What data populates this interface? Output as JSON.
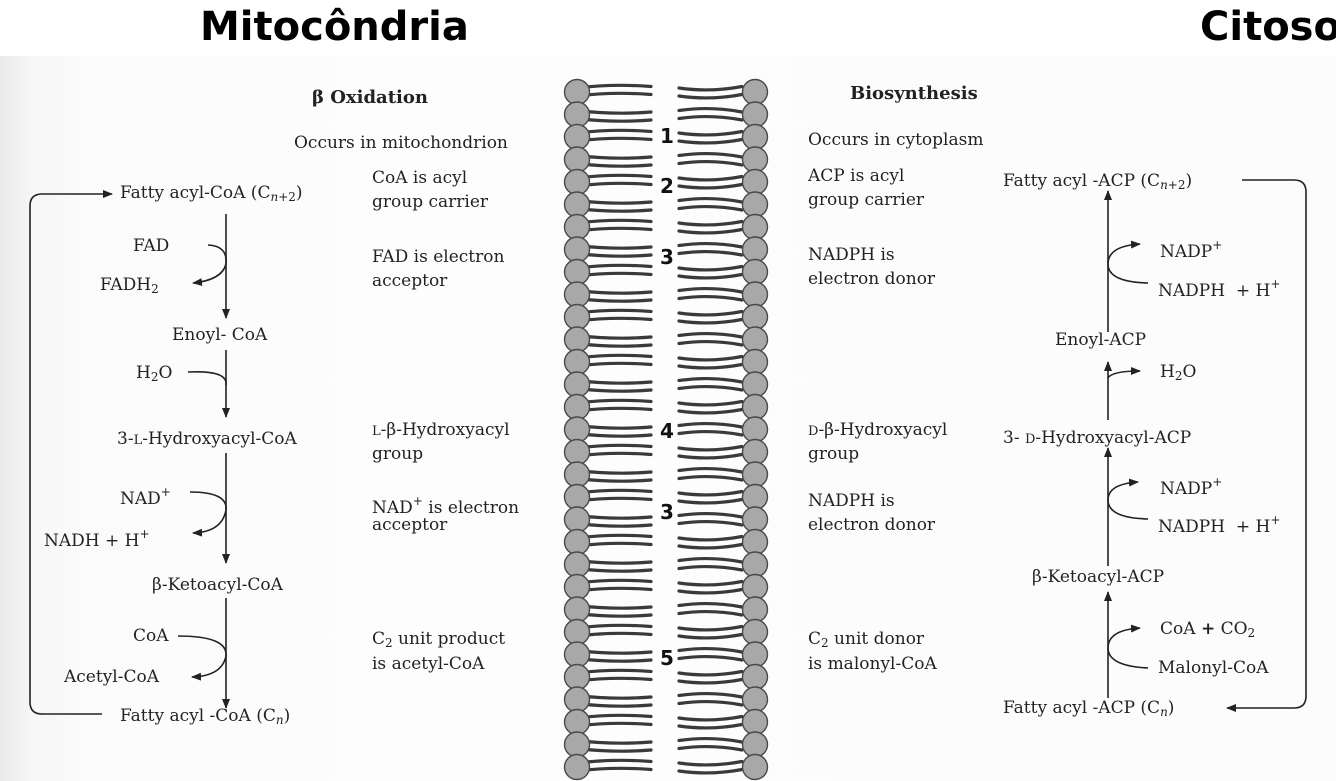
{
  "headings": {
    "mitochondria": "Mitocôndria",
    "cytosol": "Citosol"
  },
  "left_column": {
    "title": "β Oxidation",
    "fatty_acyl_coa_top": "Fatty acyl-CoA (Cn+2)",
    "fad": "FAD",
    "fadh2": "FADH2",
    "enoyl_coa": "Enoyl- CoA",
    "h2o": "H2O",
    "hydroxyacyl_coa": "3-L-Hydroxyacyl-CoA",
    "nad": "NAD+",
    "nadh": "NADH + H+",
    "ketoacyl_coa": "β-Ketoacyl-CoA",
    "coa": "CoA",
    "acetyl_coa": "Acetyl-CoA",
    "fatty_acyl_coa_bottom": "Fatty acyl -CoA (Cn)"
  },
  "left_features": {
    "f1": "Occurs in mitochondrion",
    "f2a": "CoA is acyl",
    "f2b": "group carrier",
    "f3a": "FAD is electron",
    "f3b": "acceptor",
    "f4a": "L-β-Hydroxyacyl",
    "f4b": "group",
    "f5a": "NAD+ is electron",
    "f5b": "acceptor",
    "f6a": "C2 unit product",
    "f6b": "is acetyl-CoA"
  },
  "membrane_numbers": [
    "1",
    "2",
    "3",
    "4",
    "3",
    "5"
  ],
  "right_features": {
    "title": "Biosynthesis",
    "f1": "Occurs in cytoplasm",
    "f2a": "ACP is acyl",
    "f2b": "group carrier",
    "f3a": "NADPH is",
    "f3b": "electron donor",
    "f4a": "D-β-Hydroxyacyl",
    "f4b": "group",
    "f5a": "NADPH is",
    "f5b": "electron donor",
    "f6a": "C2 unit donor",
    "f6b": "is malonyl-CoA"
  },
  "right_column": {
    "fatty_acyl_acp_top": "Fatty acyl -ACP (Cn+2)",
    "nadp_1": "NADP+",
    "nadph_1": "NADPH + H+",
    "enoyl_acp": "Enoyl-ACP",
    "h2o": "H2O",
    "hydroxyacyl_acp": "3- D-Hydroxyacyl-ACP",
    "nadp_2": "NADP+",
    "nadph_2": "NADPH + H+",
    "ketoacyl_acp": "β-Ketoacyl-ACP",
    "coa_co2": "CoA + CO2",
    "malonyl_coa": "Malonyl-CoA",
    "fatty_acyl_acp_bottom": "Fatty acyl -ACP (Cn)"
  }
}
